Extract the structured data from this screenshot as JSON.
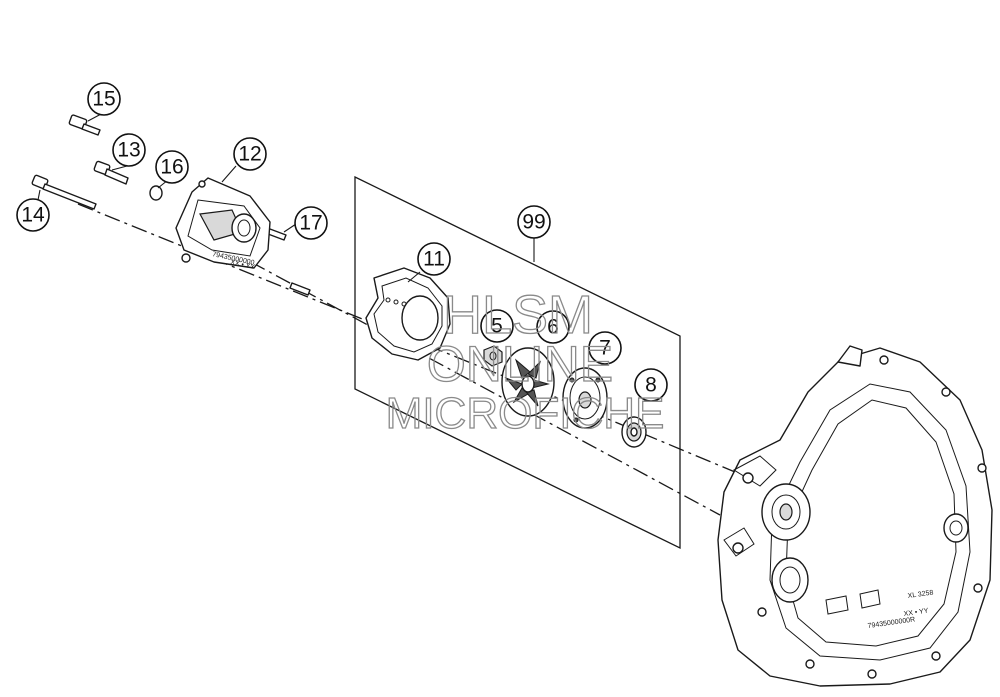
{
  "callouts": {
    "c15": "15",
    "c13": "13",
    "c16": "16",
    "c12": "12",
    "c17": "17",
    "c14": "14",
    "c99": "99",
    "c11": "11",
    "c5": "5",
    "c6": "6",
    "c7": "7",
    "c8": "8"
  },
  "watermark": {
    "line1": "HLSM",
    "line2": "ONLINE",
    "line3": "MICROFICHE"
  },
  "part_markings": {
    "cover_code": "79435000000",
    "cover_date": "XX • YY",
    "case_code": "79435000000R",
    "case_date": "XX • YY",
    "case_mark": "XL 3258"
  },
  "colors": {
    "line": "#1a1a1a",
    "watermark": "#8a8a8a",
    "background": "#ffffff"
  }
}
